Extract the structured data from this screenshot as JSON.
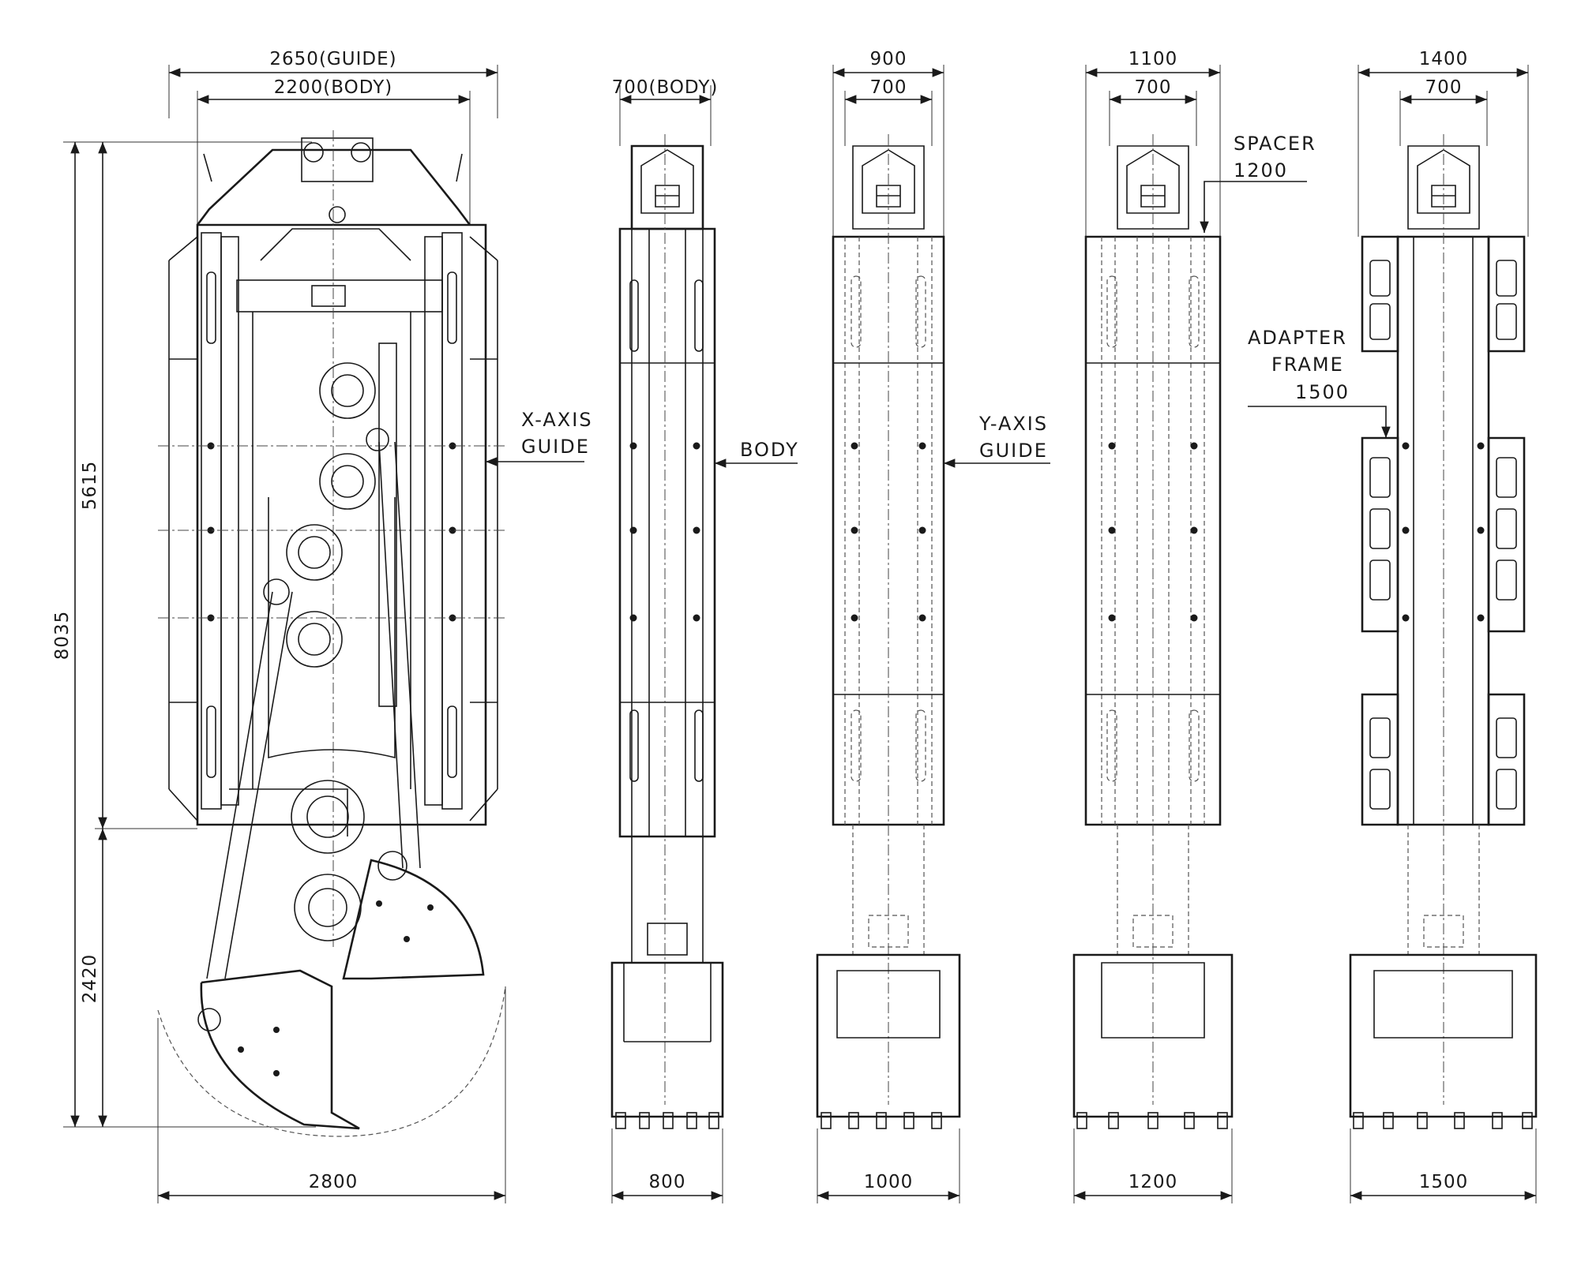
{
  "drawing": {
    "views": [
      {
        "id": "side",
        "top_dims": [
          "2650(GUIDE)",
          "2200(BODY)"
        ],
        "bottom_dim": "2800",
        "side_dims": [
          "8035",
          "5615",
          "2420"
        ],
        "callouts": [
          "X-AXIS",
          "GUIDE"
        ]
      },
      {
        "id": "body-800",
        "top_dims": [
          "700(BODY)"
        ],
        "bottom_dim": "800",
        "callouts": [
          "BODY"
        ]
      },
      {
        "id": "guide-1000",
        "top_dims": [
          "900",
          "700"
        ],
        "bottom_dim": "1000",
        "callouts": [
          "Y-AXIS",
          "GUIDE"
        ]
      },
      {
        "id": "spacer-1200",
        "top_dims": [
          "1100",
          "700"
        ],
        "bottom_dim": "1200",
        "callouts": [
          "SPACER",
          "1200"
        ]
      },
      {
        "id": "adapter-1500",
        "top_dims": [
          "1400",
          "700"
        ],
        "bottom_dim": "1500",
        "callouts": [
          "ADAPTER",
          "FRAME",
          "1500"
        ]
      }
    ]
  }
}
